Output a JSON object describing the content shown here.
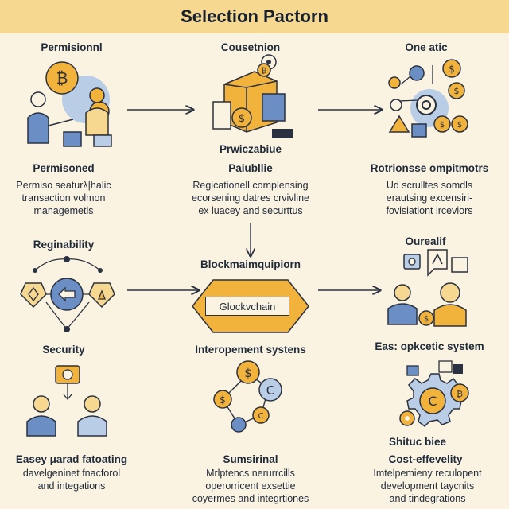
{
  "title": "Selection Pactorn",
  "colors": {
    "background": "#fbf3e1",
    "banner": "#f6d890",
    "gold": "#f2b33d",
    "blue": "#6b8fc4",
    "light_blue": "#b9cde6",
    "ink": "#2a3140"
  },
  "nodes": [
    {
      "id": "permissioned",
      "top_label": "Permisionnl",
      "heading": "Permisoned",
      "lines": [
        "Permiso seaturλ|halic",
        "transaction volmon",
        "managemetls"
      ]
    },
    {
      "id": "consensus",
      "top_label": "Cousetnion",
      "heading": "Prwiczabiue",
      "sub_heading": "Paiubllie",
      "lines": [
        "Regicationell complensing",
        "ecorsening datres crvivline",
        "ex luacey and securttus"
      ]
    },
    {
      "id": "one-static",
      "top_label": "One atic",
      "heading": "Rotrionsse ompitmotrs",
      "lines": [
        "Ud scrulltes somdls",
        "erautsing excensiri-",
        "fovisiationt irceviors"
      ]
    },
    {
      "id": "regulability",
      "top_label": "Reginability",
      "heading": "Security",
      "lines": []
    },
    {
      "id": "blockchain",
      "top_label": "Blockmaimquipiorn",
      "box_label": "Glockvchain",
      "heading": "Interopement systens",
      "lines": []
    },
    {
      "id": "overall",
      "top_label": "Ourealif",
      "heading": "Eas: opkcetic system",
      "lines": []
    },
    {
      "id": "easy-fatoating",
      "heading": "Easey μarad fatoating",
      "lines": [
        "davelgeninet fnacforol",
        "and integations"
      ]
    },
    {
      "id": "sums-rinal",
      "heading": "Sumsirinal",
      "lines": [
        "Mrlptencs nerurrcills",
        "operorricent exsettie",
        "coyermes and integrtiones"
      ]
    },
    {
      "id": "cost-effectivity",
      "top_label": "Shituc biee",
      "heading": "Cost-effevelity",
      "lines": [
        "Imtelpemieny reculopent",
        "development taycnits",
        "and tindegrations"
      ]
    }
  ]
}
